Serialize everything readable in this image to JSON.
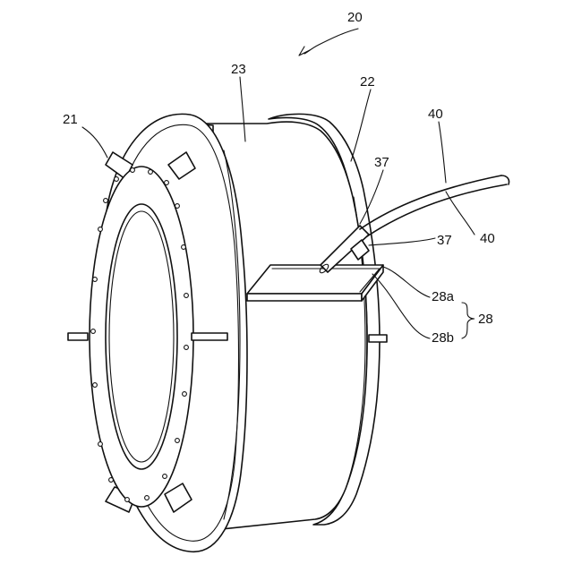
{
  "figure": {
    "labels": {
      "device": "20",
      "front_ring": "21",
      "rear_ring": "22",
      "housing": "23",
      "plate": "28",
      "plate_top": "28a",
      "plate_bottom": "28b",
      "conduit_upper": "37",
      "conduit_lower": "37",
      "cable_upper": "40",
      "cable_lower": "40"
    }
  }
}
